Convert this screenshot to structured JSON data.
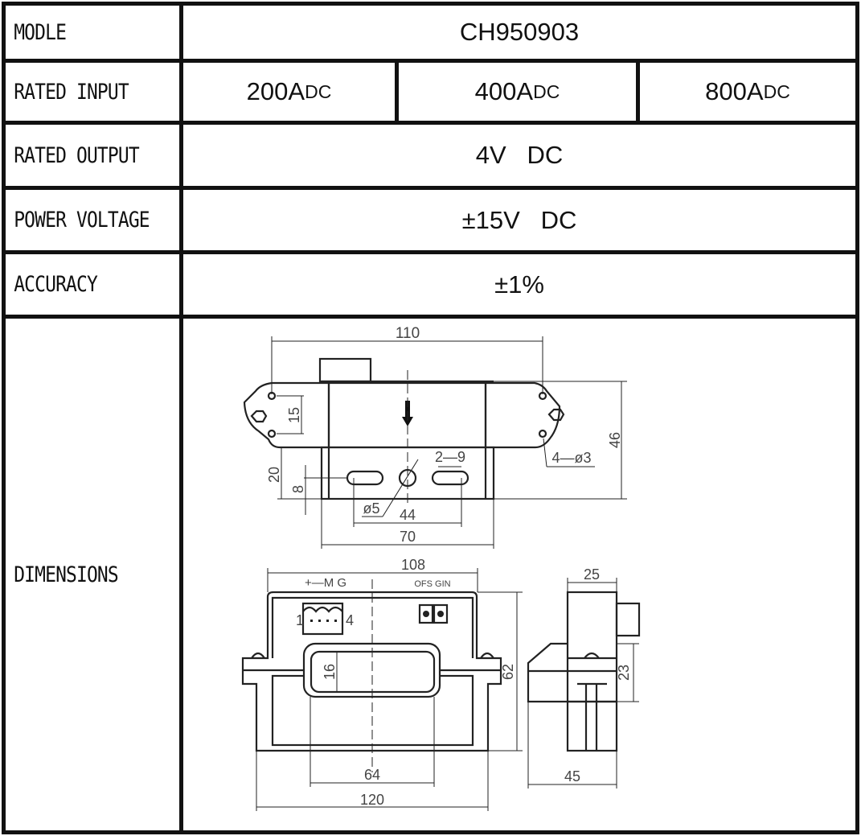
{
  "rows": {
    "model": {
      "label": "MODLE",
      "value": "CH950903"
    },
    "rated_input": {
      "label": "RATED INPUT",
      "values": [
        {
          "num": "200A",
          "unit": "DC"
        },
        {
          "num": "400A",
          "unit": "DC"
        },
        {
          "num": "800A",
          "unit": "DC"
        }
      ]
    },
    "rated_output": {
      "label": "RATED OUTPUT",
      "value": "4V   DC"
    },
    "power_voltage": {
      "label": "POWER VOLTAGE",
      "value": "±15V   DC"
    },
    "accuracy": {
      "label": "ACCURACY",
      "value": "±1%"
    },
    "dimensions": {
      "label": "DIMENSIONS"
    }
  },
  "drawing": {
    "top": {
      "d110": "110",
      "d15": "15",
      "d20": "20",
      "d8": "8",
      "d2_9": "2—9",
      "d4_phi3": "4—ø3",
      "d46": "46",
      "phi5": "ø5",
      "d44": "44",
      "d70": "70"
    },
    "front": {
      "d108": "108",
      "pins": "+—M G",
      "pots": "OFS GIN",
      "pin1": "1",
      "pin4": "4",
      "d16": "16",
      "d62": "62",
      "d64": "64",
      "d120": "120"
    },
    "side": {
      "d25": "25",
      "d23": "23",
      "d45": "45"
    }
  }
}
